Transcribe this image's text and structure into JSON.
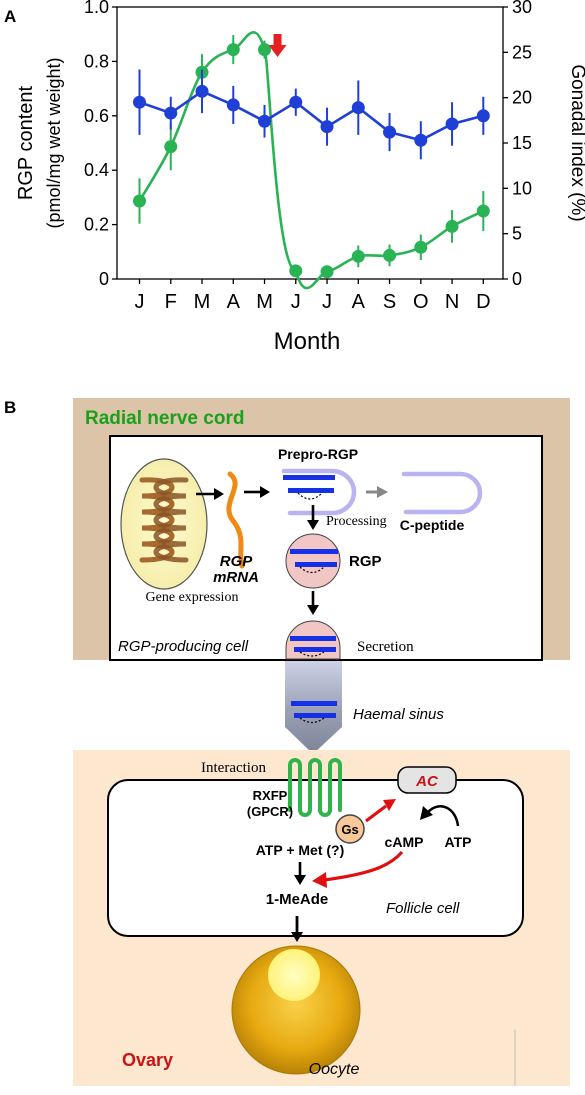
{
  "figure": {
    "panel_a_label": "A",
    "panel_b_label": "B"
  },
  "chart_data": {
    "type": "line",
    "categories": [
      "J",
      "F",
      "M",
      "A",
      "M",
      "J",
      "J",
      "A",
      "S",
      "O",
      "N",
      "D"
    ],
    "xlabel": "Month",
    "ylabel_left": "RGP content",
    "ylabel_left_units": "(pmol/mg wet weight)",
    "ylabel_right": "Gonadal index (%)",
    "ylim_left": [
      0,
      1.0
    ],
    "ylim_right": [
      0,
      30
    ],
    "yticks_left": [
      "0",
      "0.2",
      "0.4",
      "0.6",
      "0.8",
      "1.0"
    ],
    "yticks_right": [
      "0",
      "5",
      "10",
      "15",
      "20",
      "25",
      "30"
    ],
    "series": [
      {
        "axis": "left",
        "color": "#1f3fd6",
        "values": [
          0.65,
          0.61,
          0.69,
          0.64,
          0.58,
          0.65,
          0.56,
          0.63,
          0.54,
          0.51,
          0.57,
          0.6
        ],
        "errors": [
          0.12,
          0.06,
          0.08,
          0.07,
          0.06,
          0.05,
          0.07,
          0.1,
          0.07,
          0.07,
          0.08,
          0.07
        ]
      },
      {
        "axis": "right",
        "color": "#2ab355",
        "values": [
          8.6,
          14.6,
          22.8,
          25.3,
          25.3,
          0.9,
          0.8,
          2.5,
          2.6,
          3.5,
          5.8,
          7.5
        ],
        "errors": [
          2.5,
          2.6,
          2.0,
          1.6,
          1.0,
          0.6,
          0.5,
          1.2,
          1.2,
          1.4,
          1.8,
          2.2
        ]
      }
    ],
    "annotation": {
      "type": "red-down-arrow",
      "category_index": 4
    },
    "grid": false,
    "legend": "none"
  },
  "diagram": {
    "nerve_cord_title": "Radial nerve cord",
    "prepro": "Prepro-RGP",
    "processing": "Processing",
    "c_peptide": "C-peptide",
    "rgp": "RGP",
    "rgp_mrna_1": "RGP",
    "rgp_mrna_2": "mRNA",
    "gene_expression": "Gene expression",
    "producing_cell": "RGP-producing cell",
    "secretion": "Secretion",
    "haemal_sinus": "Haemal sinus",
    "interaction": "Interaction",
    "rxfp_1": "RXFP",
    "rxfp_2": "(GPCR)",
    "gs": "Gs",
    "ac": "AC",
    "camp": "cAMP",
    "atp": "ATP",
    "atp_met": "ATP + Met (?)",
    "mead": "1-MeAde",
    "follicle_cell": "Follicle cell",
    "ovary": "Ovary",
    "oocyte": "Oocyte",
    "colors": {
      "nerve_bg": "#dcc4a8",
      "ovary_bg": "#fde8cf",
      "green_title": "#1aa01a",
      "red_text": "#c81414",
      "receptor": "#2fb34a",
      "precursor": "#b8b4f0",
      "mrna": "#f08a14",
      "peptide_bar": "#1630e6"
    }
  }
}
